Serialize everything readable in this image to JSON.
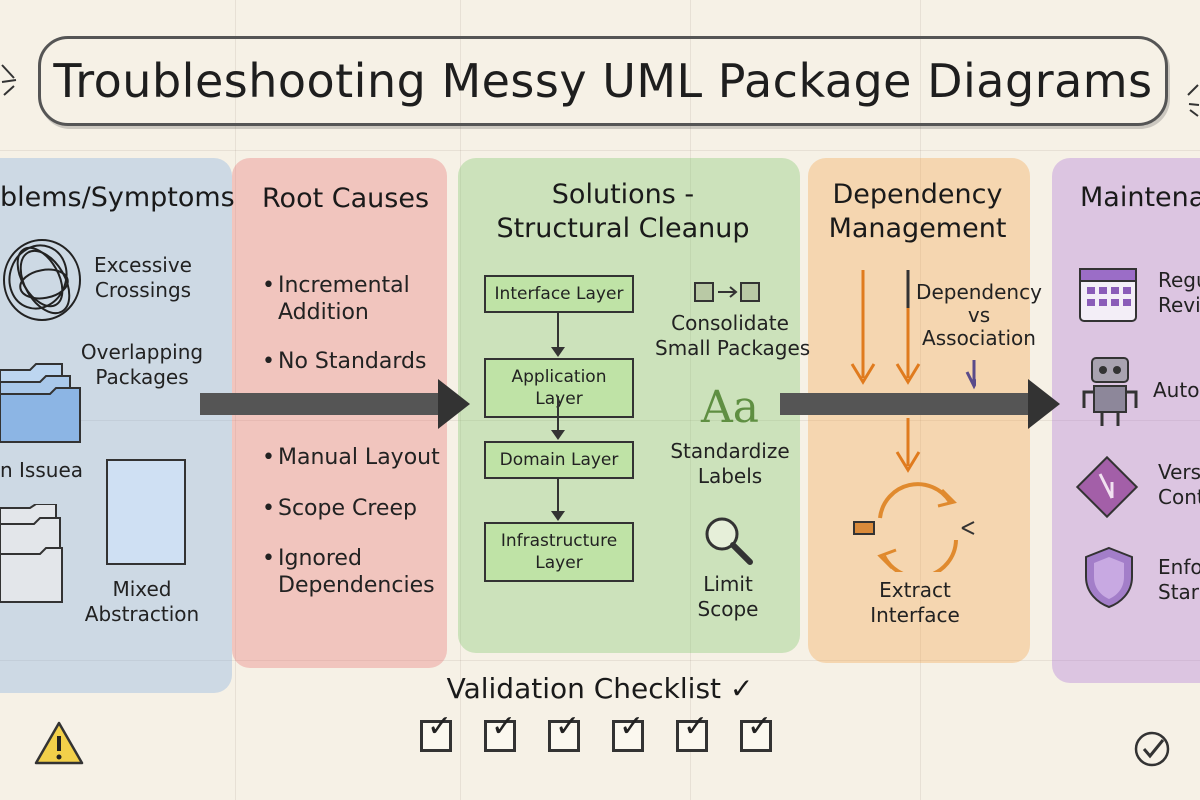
{
  "title": "Troubleshooting Messy UML Package Diagrams",
  "columns": {
    "problems": {
      "heading": "blems/Symptoms",
      "items": [
        "Excessive\nCrossings",
        "Overlapping\nPackages",
        "n Issuea",
        "Mixed\nAbstraction"
      ]
    },
    "root_causes": {
      "heading": "Root Causes",
      "items": [
        "Incremental\nAddition",
        "No Standards",
        "Manual Layout",
        "Scope Creep",
        "Ignored\nDependencies"
      ]
    },
    "solutions": {
      "heading": "Solutions -\nStructural Cleanup",
      "layers": [
        "Interface Layer",
        "Application Layer",
        "Domain Layer",
        "Infrastructure\nLayer"
      ],
      "tips": [
        "Consolidate\nSmall Packages",
        "Standardize\nLabels",
        "Limit\nScope"
      ],
      "aa_glyph": "Aa"
    },
    "dependency": {
      "heading": "Dependency\nManagement",
      "items": [
        "Dependency\nvs\nAssociation",
        "Extract\nInterface"
      ]
    },
    "maintenance": {
      "heading": "Maintena",
      "items": [
        "Regu\nRevi",
        "Auto",
        "Vers\nCont",
        "Enfo\nStar"
      ]
    }
  },
  "checklist": {
    "title": "Validation Checklist ✓",
    "check_glyph": "✓",
    "count": 6
  },
  "icons": {
    "warning": "warning-icon",
    "corner_check": "check-circle-icon"
  },
  "colors": {
    "blue": "#78aae1",
    "red": "#e86e6e",
    "green": "#82c86e",
    "orange": "#f5a550",
    "purple": "#af78d7",
    "layer_fill": "#bfe3a6"
  }
}
